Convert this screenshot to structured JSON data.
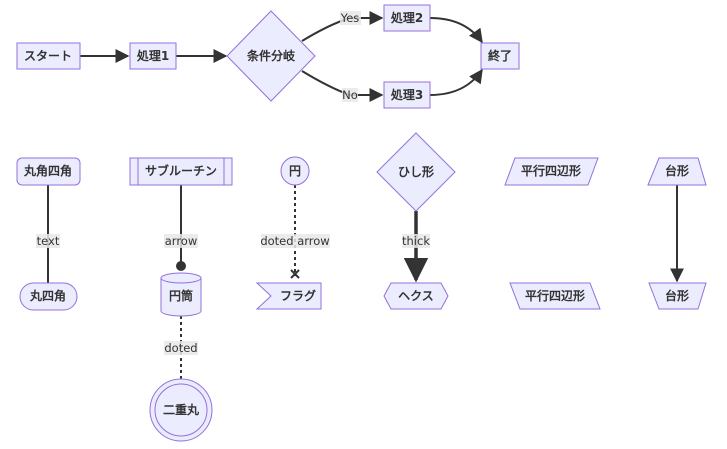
{
  "diagram": {
    "type": "flowchart",
    "colors": {
      "node_fill": "#ECECFF",
      "node_stroke": "#9370DB",
      "edge": "#333333",
      "edge_label_bg": "#e8e8e8"
    },
    "main_flow": {
      "nodes": {
        "start": "スタート",
        "process1": "処理1",
        "decision": "条件分岐",
        "process2": "処理2",
        "process3": "処理3",
        "end": "終了"
      },
      "edge_labels": {
        "yes": "Yes",
        "no": "No"
      }
    },
    "shapes": {
      "rounded_rect": "丸角四角",
      "stadium": "丸四角",
      "subroutine": "サブルーチン",
      "cylinder": "円筒",
      "double_circle": "二重丸",
      "circle": "円",
      "flag": "フラグ",
      "rhombus": "ひし形",
      "hexagon": "ヘクス",
      "parallelogram_top": "平行四辺形",
      "parallelogram_bottom": "平行四辺形",
      "trapezoid_top": "台形",
      "trapezoid_bottom": "台形"
    },
    "shape_edge_labels": {
      "text": "text",
      "arrow": "arrow",
      "doted": "doted",
      "doted_arrow": "doted arrow",
      "thick": "thick"
    }
  }
}
